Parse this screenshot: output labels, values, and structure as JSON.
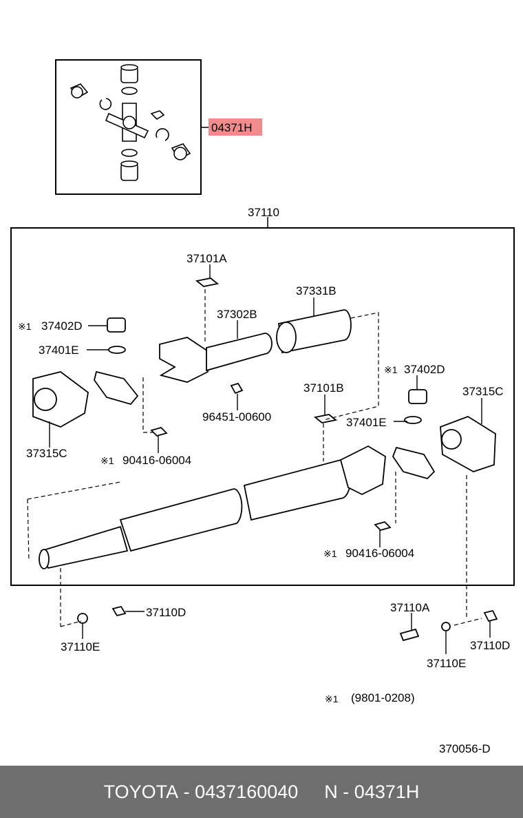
{
  "diagram": {
    "callout_highlight": "04371H",
    "highlight_color": "#f28c8c",
    "labels": {
      "assembly": "37110",
      "bearing_clip_top": "37101A",
      "yoke_tube_front": "37302B",
      "sleeve_yoke": "37331B",
      "bearing_cup_left": "37402D",
      "snap_ring_left": "37401E",
      "flange_left": "37315C",
      "grease_fitting": "96451-00600",
      "bolt_left": "90416-06004",
      "bearing_clip_mid": "37101B",
      "bearing_cup_right": "37402D",
      "snap_ring_right": "37401E",
      "flange_right": "37315C",
      "bolt_right": "90416-06004",
      "nut_mid": "37110D",
      "washer_left": "37110E",
      "bolt_bottom": "37110A",
      "washer_right": "37110E",
      "nut_right": "37110D",
      "marker": "※1",
      "note_date": "(9801-0208)",
      "figure_code": "370056-D"
    }
  },
  "footer": {
    "brand": "TOYOTA",
    "separator": " - ",
    "part_number": "0437160040",
    "n_prefix": "N",
    "n_code": "04371H"
  }
}
